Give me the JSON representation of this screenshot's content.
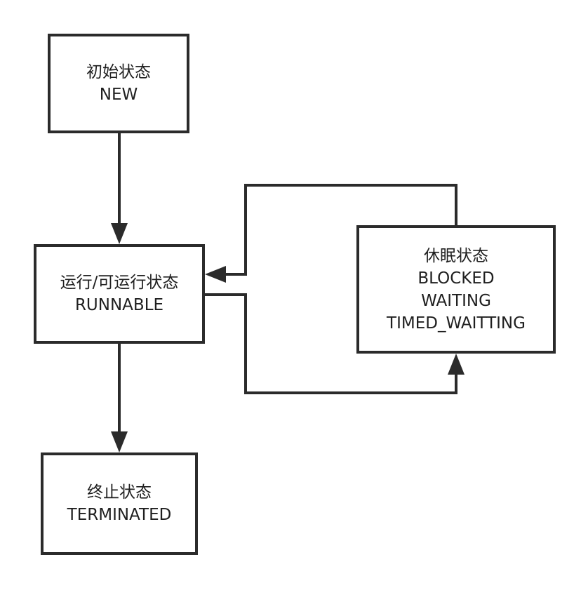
{
  "colors": {
    "stroke": "#2b2b2b",
    "text": "#1f1f1f",
    "background": "#ffffff"
  },
  "states": {
    "new": {
      "name": "初始状态",
      "code": "NEW"
    },
    "runnable": {
      "name": "运行/可运行状态",
      "code": "RUNNABLE"
    },
    "blocked": {
      "name": "休眠状态",
      "codes": [
        "BLOCKED",
        "WAITING",
        "TIMED_WAITTING"
      ]
    },
    "terminated": {
      "name": "终止状态",
      "code": "TERMINATED"
    }
  },
  "transitions": [
    {
      "from": "new",
      "to": "runnable"
    },
    {
      "from": "runnable",
      "to": "blocked"
    },
    {
      "from": "blocked",
      "to": "runnable"
    },
    {
      "from": "runnable",
      "to": "terminated"
    }
  ]
}
